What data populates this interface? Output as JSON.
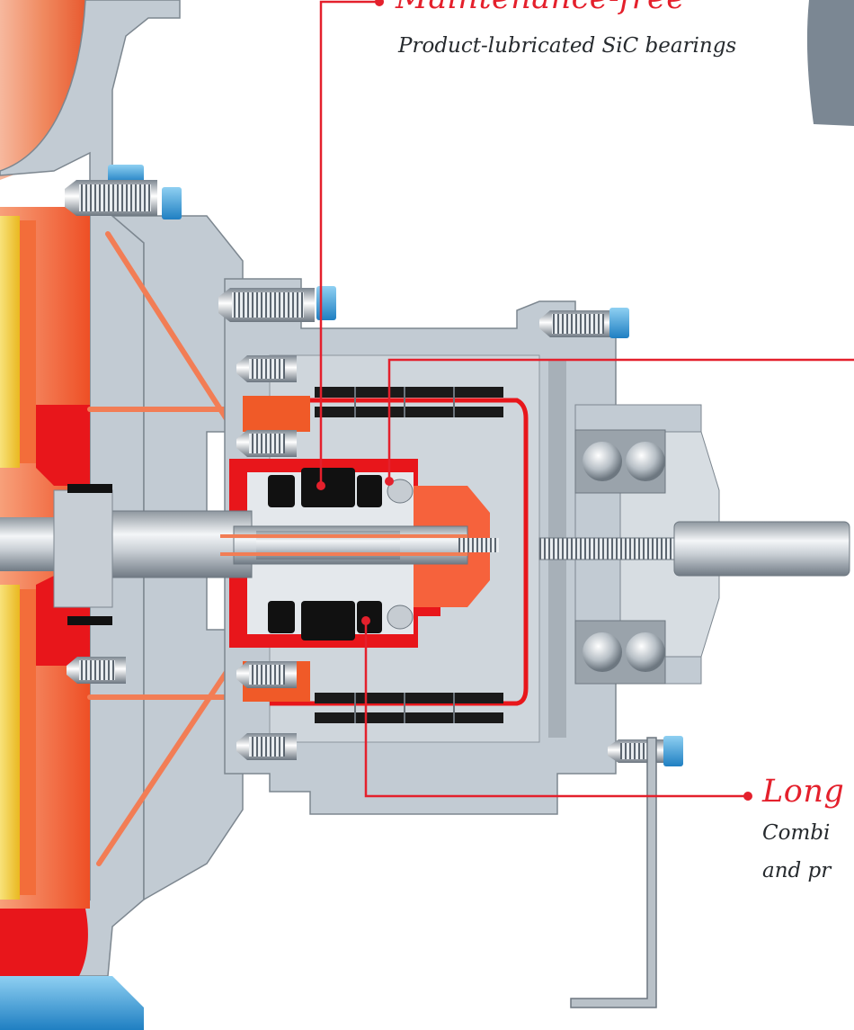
{
  "callouts": {
    "top": {
      "title": "Maintenance-free",
      "subtitle": "Product-lubricated SiC bearings"
    },
    "bottom": {
      "title": "Long",
      "subtitle_line1": "Combi",
      "subtitle_line2": "and pr"
    }
  },
  "colors": {
    "callout_red": "#e4202c",
    "housing_grey": "#c2cbd3",
    "pump_orange": "#f05a28",
    "pump_red": "#e8161b",
    "impeller_yellow": "#f4cf3c",
    "bolt_blue": "#3a9fd9",
    "base_blue": "#1e82c8",
    "magnet_black": "#111111"
  }
}
